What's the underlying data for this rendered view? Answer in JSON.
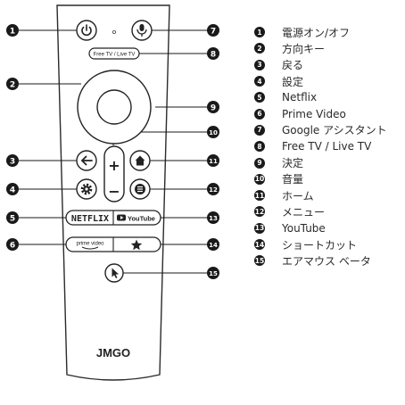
{
  "remote": {
    "brand": "JMGO",
    "free_tv_button": "Free TV / Live TV",
    "netflix_button": "NETFLIX",
    "youtube_button": "YouTube",
    "prime_video_button": "prime video",
    "plus_symbol": "+",
    "minus_symbol": "−"
  },
  "callouts": [
    {
      "number": "1",
      "label": "電源オン/オフ"
    },
    {
      "number": "2",
      "label": "方向キー"
    },
    {
      "number": "3",
      "label": "戻る"
    },
    {
      "number": "4",
      "label": "設定"
    },
    {
      "number": "5",
      "label": "Netflix"
    },
    {
      "number": "6",
      "label": "Prime Video"
    },
    {
      "number": "7",
      "label": "Google アシスタント"
    },
    {
      "number": "8",
      "label": "Free TV / Live TV"
    },
    {
      "number": "9",
      "label": "決定"
    },
    {
      "number": "10",
      "label": "音量"
    },
    {
      "number": "11",
      "label": "ホーム"
    },
    {
      "number": "12",
      "label": "メニュー"
    },
    {
      "number": "13",
      "label": "YouTube"
    },
    {
      "number": "14",
      "label": "ショートカット"
    },
    {
      "number": "15",
      "label": "エアマウス ベータ"
    }
  ]
}
